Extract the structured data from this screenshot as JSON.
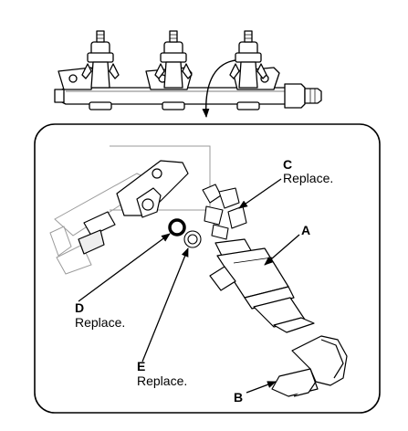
{
  "callouts": {
    "a": {
      "letter": "A"
    },
    "b": {
      "letter": "B"
    },
    "c": {
      "letter": "C",
      "note": "Replace."
    },
    "d": {
      "letter": "D",
      "note": "Replace."
    },
    "e": {
      "letter": "E",
      "note": "Replace."
    }
  }
}
